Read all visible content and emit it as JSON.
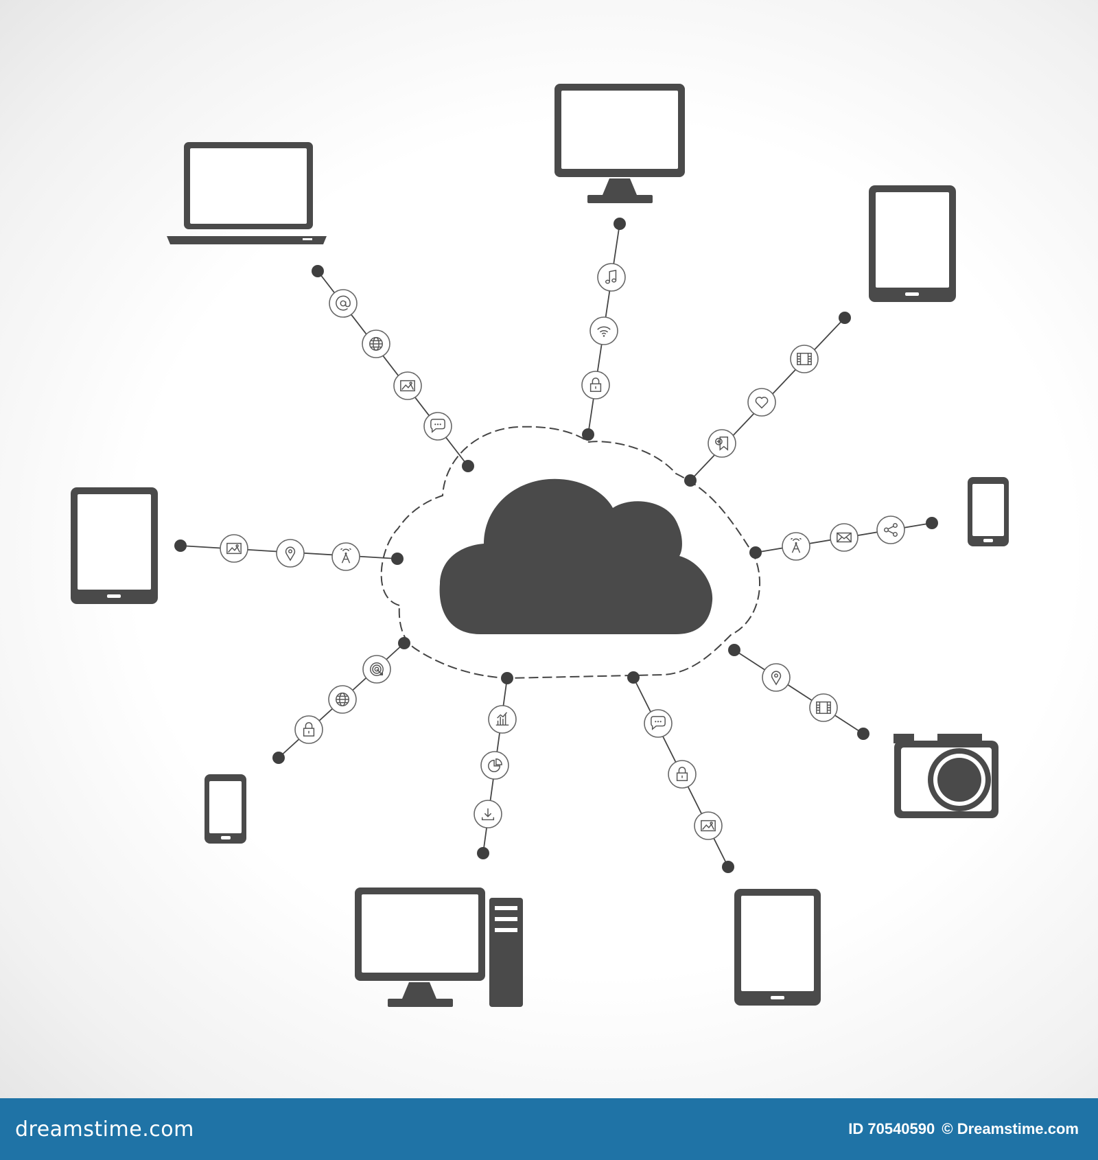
{
  "footer": {
    "brand": "dreamstime.com",
    "image_id": "ID 70540590",
    "copyright": "© Dreamstime.com"
  },
  "colors": {
    "device": "#4a4a4a",
    "cloud": "#4a4a4a",
    "line": "#444444",
    "footer_bar": "#1f73a6"
  },
  "hub": {
    "icon": "cloud-icon"
  },
  "devices": [
    {
      "id": "laptop",
      "icon": "laptop-icon"
    },
    {
      "id": "monitor",
      "icon": "monitor-icon"
    },
    {
      "id": "tablet-top-right",
      "icon": "tablet-icon"
    },
    {
      "id": "phone-right",
      "icon": "smartphone-icon"
    },
    {
      "id": "camera",
      "icon": "camera-icon"
    },
    {
      "id": "tablet-bottom-right",
      "icon": "tablet-icon"
    },
    {
      "id": "desktop",
      "icon": "desktop-computer-icon"
    },
    {
      "id": "phone-bottom-left",
      "icon": "smartphone-icon"
    },
    {
      "id": "tablet-left",
      "icon": "tablet-icon"
    }
  ],
  "connections": [
    {
      "device": "laptop",
      "nodes": [
        "email-at-icon",
        "globe-icon",
        "image-icon",
        "chat-icon"
      ]
    },
    {
      "device": "monitor",
      "nodes": [
        "music-note-icon",
        "wifi-icon",
        "lock-icon"
      ]
    },
    {
      "device": "tablet-top-right",
      "nodes": [
        "film-icon",
        "heart-icon",
        "bookmark-add-icon"
      ]
    },
    {
      "device": "phone-right",
      "nodes": [
        "share-icon",
        "mail-icon",
        "antenna-icon"
      ]
    },
    {
      "device": "camera",
      "nodes": [
        "film-icon",
        "location-pin-icon"
      ]
    },
    {
      "device": "tablet-bottom-right",
      "nodes": [
        "image-icon",
        "lock-icon",
        "chat-icon"
      ]
    },
    {
      "device": "desktop",
      "nodes": [
        "download-icon",
        "pie-chart-icon",
        "bar-chart-icon"
      ]
    },
    {
      "device": "phone-bottom-left",
      "nodes": [
        "lock-icon",
        "globe-icon",
        "target-icon"
      ]
    },
    {
      "device": "tablet-left",
      "nodes": [
        "image-icon",
        "location-pin-icon",
        "antenna-icon"
      ]
    }
  ]
}
